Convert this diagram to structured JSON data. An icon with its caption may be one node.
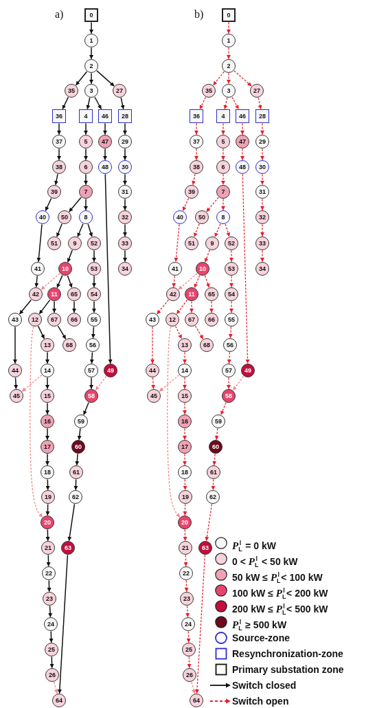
{
  "diagram": {
    "nodes": [
      {
        "text": [
          "0"
        ]
      },
      {
        "text": [
          "1"
        ]
      },
      {
        "text": [
          "2"
        ]
      },
      {
        "text": [
          "3"
        ]
      },
      {
        "text": [
          "4"
        ]
      },
      {
        "text": [
          "5"
        ]
      },
      {
        "text": [
          "6"
        ]
      },
      {
        "text": [
          "7"
        ]
      },
      {
        "text": [
          "8"
        ]
      },
      {
        "text": [
          "9"
        ]
      },
      {
        "text": [
          "10"
        ]
      },
      {
        "text": [
          "11"
        ]
      },
      {
        "text": [
          "12"
        ]
      },
      {
        "text": [
          "13"
        ]
      },
      {
        "text": [
          "14"
        ]
      },
      {
        "text": [
          "15"
        ]
      },
      {
        "text": [
          "16"
        ]
      },
      {
        "text": [
          "17"
        ]
      },
      {
        "text": [
          "18"
        ]
      },
      {
        "text": [
          "19"
        ]
      },
      {
        "text": [
          "20"
        ]
      },
      {
        "text": [
          "21"
        ]
      },
      {
        "text": [
          "22"
        ]
      },
      {
        "text": [
          "23"
        ]
      },
      {
        "text": [
          "24"
        ]
      },
      {
        "text": [
          "25"
        ]
      },
      {
        "text": [
          "26"
        ]
      },
      {
        "text": [
          "27"
        ]
      },
      {
        "text": [
          "28"
        ]
      },
      {
        "text": [
          "29"
        ]
      },
      {
        "text": [
          "30"
        ]
      },
      {
        "text": [
          "31"
        ]
      },
      {
        "text": [
          "32"
        ]
      },
      {
        "text": [
          "33"
        ]
      },
      {
        "text": [
          "34"
        ]
      },
      {
        "text": [
          "35"
        ]
      },
      {
        "text": [
          "36"
        ]
      },
      {
        "text": [
          "37"
        ]
      },
      {
        "text": [
          "38"
        ]
      },
      {
        "text": [
          "39"
        ]
      },
      {
        "text": [
          "40"
        ]
      },
      {
        "text": [
          "41"
        ]
      },
      {
        "text": [
          "42"
        ]
      },
      {
        "text": [
          "43"
        ]
      },
      {
        "text": [
          "44"
        ]
      },
      {
        "text": [
          "45"
        ]
      },
      {
        "text": [
          "46"
        ]
      },
      {
        "text": [
          "47"
        ]
      },
      {
        "text": [
          "48"
        ]
      },
      {
        "text": [
          "49"
        ]
      },
      {
        "text": [
          "50"
        ]
      },
      {
        "text": [
          "51"
        ]
      },
      {
        "text": [
          "52"
        ]
      },
      {
        "text": [
          "53"
        ]
      },
      {
        "text": [
          "54"
        ]
      },
      {
        "text": [
          "55"
        ]
      },
      {
        "text": [
          "56"
        ]
      },
      {
        "text": [
          "57"
        ]
      },
      {
        "text": [
          "58"
        ]
      },
      {
        "text": [
          "59"
        ]
      },
      {
        "text": [
          "60"
        ]
      },
      {
        "text": [
          "61"
        ]
      },
      {
        "text": [
          "62"
        ]
      },
      {
        "text": [
          "63"
        ]
      },
      {
        "text": [
          "64"
        ]
      },
      {
        "text": [
          "65"
        ]
      },
      {
        "text": [
          "66"
        ]
      },
      {
        "text": [
          "67"
        ]
      },
      {
        "text": [
          "68"
        ]
      },
      {
        "text": [
          "0"
        ]
      },
      {
        "text": [
          "1"
        ]
      },
      {
        "text": [
          "2"
        ]
      },
      {
        "text": [
          "3"
        ]
      },
      {
        "text": [
          "4"
        ]
      },
      {
        "text": [
          "5"
        ]
      },
      {
        "text": [
          "6"
        ]
      },
      {
        "text": [
          "7"
        ]
      },
      {
        "text": [
          "8"
        ]
      },
      {
        "text": [
          "9"
        ]
      },
      {
        "text": [
          "10"
        ]
      },
      {
        "text": [
          "11"
        ]
      },
      {
        "text": [
          "12"
        ]
      },
      {
        "text": [
          "13"
        ]
      },
      {
        "text": [
          "14"
        ]
      },
      {
        "text": [
          "15"
        ]
      },
      {
        "text": [
          "16"
        ]
      },
      {
        "text": [
          "17"
        ]
      },
      {
        "text": [
          "18"
        ]
      },
      {
        "text": [
          "19"
        ]
      },
      {
        "text": [
          "20"
        ]
      },
      {
        "text": [
          "21"
        ]
      },
      {
        "text": [
          "22"
        ]
      },
      {
        "text": [
          "23"
        ]
      },
      {
        "text": [
          "24"
        ]
      },
      {
        "text": [
          "25"
        ]
      },
      {
        "text": [
          "26"
        ]
      },
      {
        "text": [
          "27"
        ]
      },
      {
        "text": [
          "28"
        ]
      },
      {
        "text": [
          "29"
        ]
      },
      {
        "text": [
          "30"
        ]
      },
      {
        "text": [
          "31"
        ]
      },
      {
        "text": [
          "32"
        ]
      },
      {
        "text": [
          "33"
        ]
      },
      {
        "text": [
          "34"
        ]
      },
      {
        "text": [
          "35"
        ]
      },
      {
        "text": [
          "36"
        ]
      },
      {
        "text": [
          "37"
        ]
      },
      {
        "text": [
          "38"
        ]
      },
      {
        "text": [
          "39"
        ]
      },
      {
        "text": [
          "40"
        ]
      },
      {
        "text": [
          "41"
        ]
      },
      {
        "text": [
          "42"
        ]
      },
      {
        "text": [
          "43"
        ]
      },
      {
        "text": [
          "44"
        ]
      },
      {
        "text": [
          "45"
        ]
      },
      {
        "text": [
          "46"
        ]
      },
      {
        "text": [
          "47"
        ]
      },
      {
        "text": [
          "48"
        ]
      },
      {
        "text": [
          "49"
        ]
      },
      {
        "text": [
          "50"
        ]
      },
      {
        "text": [
          "51"
        ]
      },
      {
        "text": [
          "52"
        ]
      },
      {
        "text": [
          "53"
        ]
      },
      {
        "text": [
          "54"
        ]
      },
      {
        "text": [
          "55"
        ]
      },
      {
        "text": [
          "56"
        ]
      },
      {
        "text": [
          "57"
        ]
      },
      {
        "text": [
          "58"
        ]
      },
      {
        "text": [
          "59"
        ]
      },
      {
        "text": [
          "60"
        ]
      },
      {
        "text": [
          "61"
        ]
      },
      {
        "text": [
          "62"
        ]
      },
      {
        "text": [
          "63"
        ]
      },
      {
        "text": [
          "64"
        ]
      },
      {
        "text": [
          "65"
        ]
      },
      {
        "text": [
          "66"
        ]
      },
      {
        "text": [
          "67"
        ]
      },
      {
        "text": [
          "68"
        ]
      }
    ],
    "edges": [
      {
        "from": 0,
        "to": 1,
        "arrow": "to"
      },
      {
        "from": 1,
        "to": 2,
        "arrow": "to"
      },
      {
        "from": 2,
        "to": 35,
        "arrow": "to"
      },
      {
        "from": 2,
        "to": 3,
        "arrow": "to"
      },
      {
        "from": 2,
        "to": 27,
        "arrow": "to"
      },
      {
        "from": 35,
        "to": 36,
        "arrow": "to"
      },
      {
        "from": 3,
        "to": 4,
        "arrow": "to"
      },
      {
        "from": 3,
        "to": 46,
        "arrow": "to"
      },
      {
        "from": 27,
        "to": 28,
        "arrow": "to"
      },
      {
        "from": 36,
        "to": 37,
        "arrow": "to"
      },
      {
        "from": 4,
        "to": 5,
        "arrow": "to"
      },
      {
        "from": 46,
        "to": 47,
        "arrow": "to"
      },
      {
        "from": 28,
        "to": 29,
        "arrow": "to"
      },
      {
        "from": 37,
        "to": 38,
        "arrow": "to"
      },
      {
        "from": 5,
        "to": 6,
        "arrow": "to"
      },
      {
        "from": 47,
        "to": 48,
        "arrow": "to"
      },
      {
        "from": 29,
        "to": 30,
        "arrow": "to"
      },
      {
        "from": 38,
        "to": 39,
        "arrow": "to"
      },
      {
        "from": 6,
        "to": 7,
        "arrow": "to"
      },
      {
        "from": 30,
        "to": 31,
        "arrow": "to"
      },
      {
        "from": 39,
        "to": 40,
        "arrow": "to"
      },
      {
        "from": 7,
        "to": 50,
        "arrow": "to"
      },
      {
        "from": 7,
        "to": 8,
        "arrow": "to"
      },
      {
        "from": 31,
        "to": 32,
        "arrow": "to"
      },
      {
        "from": 40,
        "to": 41,
        "arrow": "to"
      },
      {
        "from": 50,
        "to": 51,
        "arrow": "to"
      },
      {
        "from": 8,
        "to": 9,
        "arrow": "to"
      },
      {
        "from": 8,
        "to": 52,
        "arrow": "to"
      },
      {
        "from": 32,
        "to": 33,
        "arrow": "to"
      },
      {
        "from": 9,
        "to": 10,
        "arrow": "to"
      },
      {
        "from": 52,
        "to": 53,
        "arrow": "to"
      },
      {
        "from": 33,
        "to": 34,
        "arrow": "to"
      },
      {
        "from": 41,
        "to": 42,
        "arrow": "to"
      },
      {
        "from": 10,
        "to": 42,
        "arrow": "to",
        "style": "dashed",
        "color": "#f28b8b"
      },
      {
        "from": 10,
        "to": 11,
        "arrow": "to"
      },
      {
        "from": 10,
        "to": 65,
        "arrow": "to"
      },
      {
        "from": 53,
        "to": 54,
        "arrow": "to"
      },
      {
        "from": 42,
        "to": 43,
        "arrow": "to"
      },
      {
        "from": 11,
        "to": 12,
        "arrow": "to"
      },
      {
        "from": 11,
        "to": 67,
        "arrow": "to"
      },
      {
        "from": 65,
        "to": 66,
        "arrow": "to"
      },
      {
        "from": 54,
        "to": 55,
        "arrow": "to"
      },
      {
        "from": 12,
        "to": 13,
        "arrow": "to"
      },
      {
        "from": 12,
        "to": 20,
        "arrow": "to",
        "style": "dashed",
        "color": "#f28b8b"
      },
      {
        "from": 67,
        "to": 68,
        "arrow": "to"
      },
      {
        "from": 55,
        "to": 56,
        "arrow": "to"
      },
      {
        "from": 43,
        "to": 44,
        "arrow": "to"
      },
      {
        "from": 13,
        "to": 14,
        "arrow": "to"
      },
      {
        "from": 56,
        "to": 57,
        "arrow": "to"
      },
      {
        "from": 48,
        "to": 49,
        "arrow": "to"
      },
      {
        "from": 44,
        "to": 45,
        "arrow": "to"
      },
      {
        "from": 14,
        "to": 45,
        "arrow": "to",
        "style": "dashed",
        "color": "#f28b8b"
      },
      {
        "from": 14,
        "to": 15,
        "arrow": "to"
      },
      {
        "from": 57,
        "to": 58,
        "arrow": "to"
      },
      {
        "from": 49,
        "to": 58,
        "arrow": "to",
        "style": "dashed",
        "color": "#f28b8b"
      },
      {
        "from": 15,
        "to": 16,
        "arrow": "to"
      },
      {
        "from": 58,
        "to": 59,
        "arrow": "to"
      },
      {
        "from": 16,
        "to": 17,
        "arrow": "to"
      },
      {
        "from": 59,
        "to": 60,
        "arrow": "to"
      },
      {
        "from": 17,
        "to": 18,
        "arrow": "to"
      },
      {
        "from": 60,
        "to": 61,
        "arrow": "to"
      },
      {
        "from": 18,
        "to": 19,
        "arrow": "to"
      },
      {
        "from": 61,
        "to": 62,
        "arrow": "to"
      },
      {
        "from": 19,
        "to": 20,
        "arrow": "to"
      },
      {
        "from": 62,
        "to": 63,
        "arrow": "to"
      },
      {
        "from": 20,
        "to": 21,
        "arrow": "to"
      },
      {
        "from": 21,
        "to": 22,
        "arrow": "to"
      },
      {
        "from": 22,
        "to": 23,
        "arrow": "to"
      },
      {
        "from": 23,
        "to": 24,
        "arrow": "to"
      },
      {
        "from": 24,
        "to": 25,
        "arrow": "to"
      },
      {
        "from": 25,
        "to": 26,
        "arrow": "to"
      },
      {
        "from": 26,
        "to": 64,
        "arrow": "to",
        "style": "dashed",
        "color": "#f28b8b"
      },
      {
        "from": 63,
        "to": 64,
        "arrow": "to"
      },
      {
        "from": 69,
        "to": 70,
        "arrow": "to",
        "style": "dashed",
        "color": "#e8202a"
      },
      {
        "from": 70,
        "to": 71,
        "arrow": "to",
        "style": "dashed",
        "color": "#e8202a"
      },
      {
        "from": 71,
        "to": 104,
        "arrow": "to",
        "style": "dashed",
        "color": "#e8202a"
      },
      {
        "from": 71,
        "to": 72,
        "arrow": "to",
        "style": "dashed",
        "color": "#e8202a"
      },
      {
        "from": 71,
        "to": 96,
        "arrow": "to",
        "style": "dashed",
        "color": "#e8202a"
      },
      {
        "from": 104,
        "to": 105,
        "arrow": "to",
        "style": "dashed",
        "color": "#e8202a"
      },
      {
        "from": 72,
        "to": 73,
        "arrow": "to",
        "style": "dashed",
        "color": "#e8202a"
      },
      {
        "from": 72,
        "to": 115,
        "arrow": "to",
        "style": "dashed",
        "color": "#e8202a"
      },
      {
        "from": 96,
        "to": 97,
        "arrow": "to",
        "style": "dashed",
        "color": "#e8202a"
      },
      {
        "from": 105,
        "to": 106,
        "arrow": "to",
        "style": "dashed",
        "color": "#e8202a"
      },
      {
        "from": 73,
        "to": 74,
        "arrow": "to",
        "style": "dashed",
        "color": "#e8202a"
      },
      {
        "from": 115,
        "to": 116,
        "arrow": "to",
        "style": "dashed",
        "color": "#e8202a"
      },
      {
        "from": 97,
        "to": 98,
        "arrow": "to",
        "style": "dashed",
        "color": "#e8202a"
      },
      {
        "from": 106,
        "to": 107,
        "arrow": "to",
        "style": "dashed",
        "color": "#e8202a"
      },
      {
        "from": 74,
        "to": 75,
        "arrow": "to",
        "style": "dashed",
        "color": "#e8202a"
      },
      {
        "from": 116,
        "to": 117,
        "arrow": "to",
        "style": "dashed",
        "color": "#e8202a"
      },
      {
        "from": 98,
        "to": 99,
        "arrow": "to",
        "style": "dashed",
        "color": "#e8202a"
      },
      {
        "from": 107,
        "to": 108,
        "arrow": "to",
        "style": "dashed",
        "color": "#e8202a"
      },
      {
        "from": 75,
        "to": 76,
        "arrow": "to",
        "style": "dashed",
        "color": "#e8202a"
      },
      {
        "from": 99,
        "to": 100,
        "arrow": "to",
        "style": "dashed",
        "color": "#e8202a"
      },
      {
        "from": 108,
        "to": 109,
        "arrow": "to",
        "style": "dashed",
        "color": "#e8202a"
      },
      {
        "from": 76,
        "to": 119,
        "arrow": "to",
        "style": "dashed",
        "color": "#e8202a"
      },
      {
        "from": 76,
        "to": 77,
        "arrow": "to",
        "style": "dashed",
        "color": "#e8202a"
      },
      {
        "from": 100,
        "to": 101,
        "arrow": "to",
        "style": "dashed",
        "color": "#e8202a"
      },
      {
        "from": 109,
        "to": 110,
        "arrow": "to",
        "style": "dashed",
        "color": "#e8202a"
      },
      {
        "from": 119,
        "to": 120,
        "arrow": "to",
        "style": "dashed",
        "color": "#e8202a"
      },
      {
        "from": 77,
        "to": 78,
        "arrow": "to",
        "style": "dashed",
        "color": "#e8202a"
      },
      {
        "from": 77,
        "to": 121,
        "arrow": "to",
        "style": "dashed",
        "color": "#e8202a"
      },
      {
        "from": 101,
        "to": 102,
        "arrow": "to",
        "style": "dashed",
        "color": "#e8202a"
      },
      {
        "from": 78,
        "to": 79,
        "arrow": "to",
        "style": "dashed",
        "color": "#e8202a"
      },
      {
        "from": 121,
        "to": 122,
        "arrow": "to",
        "style": "dashed",
        "color": "#e8202a"
      },
      {
        "from": 102,
        "to": 103,
        "arrow": "to",
        "style": "dashed",
        "color": "#e8202a"
      },
      {
        "from": 110,
        "to": 111,
        "arrow": "to",
        "style": "dashed",
        "color": "#e8202a"
      },
      {
        "from": 79,
        "to": 111,
        "arrow": "to",
        "style": "dashed",
        "color": "#f28b8b"
      },
      {
        "from": 79,
        "to": 80,
        "arrow": "to",
        "style": "dashed",
        "color": "#e8202a"
      },
      {
        "from": 79,
        "to": 134,
        "arrow": "to",
        "style": "dashed",
        "color": "#e8202a"
      },
      {
        "from": 122,
        "to": 123,
        "arrow": "to",
        "style": "dashed",
        "color": "#e8202a"
      },
      {
        "from": 111,
        "to": 112,
        "arrow": "to",
        "style": "dashed",
        "color": "#e8202a"
      },
      {
        "from": 80,
        "to": 81,
        "arrow": "to",
        "style": "dashed",
        "color": "#e8202a"
      },
      {
        "from": 80,
        "to": 136,
        "arrow": "to",
        "style": "dashed",
        "color": "#e8202a"
      },
      {
        "from": 134,
        "to": 135,
        "arrow": "to",
        "style": "dashed",
        "color": "#e8202a"
      },
      {
        "from": 123,
        "to": 124,
        "arrow": "to",
        "style": "dashed",
        "color": "#e8202a"
      },
      {
        "from": 81,
        "to": 82,
        "arrow": "to",
        "style": "dashed",
        "color": "#e8202a"
      },
      {
        "from": 81,
        "to": 89,
        "arrow": "to",
        "style": "dashed",
        "color": "#f28b8b"
      },
      {
        "from": 136,
        "to": 137,
        "arrow": "to",
        "style": "dashed",
        "color": "#e8202a"
      },
      {
        "from": 124,
        "to": 125,
        "arrow": "to",
        "style": "dashed",
        "color": "#e8202a"
      },
      {
        "from": 112,
        "to": 113,
        "arrow": "to",
        "style": "dashed",
        "color": "#e8202a"
      },
      {
        "from": 82,
        "to": 83,
        "arrow": "to",
        "style": "dashed",
        "color": "#e8202a"
      },
      {
        "from": 125,
        "to": 126,
        "arrow": "to",
        "style": "dashed",
        "color": "#e8202a"
      },
      {
        "from": 117,
        "to": 118,
        "arrow": "to",
        "style": "dashed",
        "color": "#e8202a"
      },
      {
        "from": 113,
        "to": 114,
        "arrow": "to",
        "style": "dashed",
        "color": "#e8202a"
      },
      {
        "from": 83,
        "to": 114,
        "arrow": "to",
        "style": "dashed",
        "color": "#f28b8b"
      },
      {
        "from": 83,
        "to": 84,
        "arrow": "to",
        "style": "dashed",
        "color": "#e8202a"
      },
      {
        "from": 126,
        "to": 127,
        "arrow": "to",
        "style": "dashed",
        "color": "#e8202a"
      },
      {
        "from": 118,
        "to": 127,
        "arrow": "to",
        "style": "dashed",
        "color": "#f28b8b"
      },
      {
        "from": 84,
        "to": 85,
        "arrow": "to",
        "style": "dashed",
        "color": "#e8202a"
      },
      {
        "from": 127,
        "to": 128,
        "arrow": "to",
        "style": "dashed",
        "color": "#e8202a"
      },
      {
        "from": 85,
        "to": 86,
        "arrow": "to",
        "style": "dashed",
        "color": "#e8202a"
      },
      {
        "from": 128,
        "to": 129,
        "arrow": "to",
        "style": "dashed",
        "color": "#e8202a"
      },
      {
        "from": 86,
        "to": 87,
        "arrow": "to",
        "style": "dashed",
        "color": "#e8202a"
      },
      {
        "from": 129,
        "to": 130,
        "arrow": "to",
        "style": "dashed",
        "color": "#e8202a"
      },
      {
        "from": 87,
        "to": 88,
        "arrow": "to",
        "style": "dashed",
        "color": "#e8202a"
      },
      {
        "from": 130,
        "to": 131,
        "arrow": "to",
        "style": "dashed",
        "color": "#e8202a"
      },
      {
        "from": 88,
        "to": 89,
        "arrow": "to",
        "style": "dashed",
        "color": "#e8202a"
      },
      {
        "from": 131,
        "to": 132,
        "arrow": "to",
        "style": "dashed",
        "color": "#e8202a"
      },
      {
        "from": 89,
        "to": 90,
        "arrow": "to",
        "style": "dashed",
        "color": "#e8202a"
      },
      {
        "from": 90,
        "to": 91,
        "arrow": "to",
        "style": "dashed",
        "color": "#e8202a"
      },
      {
        "from": 91,
        "to": 92,
        "arrow": "to",
        "style": "dashed",
        "color": "#e8202a"
      },
      {
        "from": 92,
        "to": 93,
        "arrow": "to",
        "style": "dashed",
        "color": "#e8202a"
      },
      {
        "from": 93,
        "to": 94,
        "arrow": "to",
        "style": "dashed",
        "color": "#e8202a"
      },
      {
        "from": 94,
        "to": 95,
        "arrow": "to",
        "style": "dashed",
        "color": "#e8202a"
      },
      {
        "from": 95,
        "to": 133,
        "arrow": "to",
        "style": "dashed",
        "color": "#f28b8b"
      },
      {
        "from": 132,
        "to": 133,
        "arrow": "to",
        "style": "dashed",
        "color": "#e8202a"
      }
    ],
    "labels": [
      "a)",
      "b)"
    ],
    "legend": [
      {
        "text": "*P*$_{L}$$^{l}$ = 0 kW",
        "color": "#f7f7f7"
      },
      {
        "text": "0 < *P*$_{L}$$^{l}$ < 50 kW",
        "color": "#f7d3dc"
      },
      {
        "text": "50 kW ≤ *P*$_{L}$$^{l}$< 100 kW",
        "color": "#eea3b5"
      },
      {
        "text": "100 kW ≤ *P*$_{L}$$^{l}$< 200 kW",
        "color": "#e8456e"
      },
      {
        "text": "200 kW ≤ *P*$_{L}$$^{l}$< 500 kW",
        "color": "#c20f3c"
      },
      {
        "text": "*P*$_{L}$$^{l}$ ≥ 500 kW",
        "color": "#6e0a1c"
      },
      {
        "text": "Source-zone"
      },
      {
        "text": "Resynchronization-zone"
      },
      {
        "text": "Primary substation zone"
      },
      {
        "text": "Switch closed"
      },
      {
        "text": "Switch open"
      }
    ]
  }
}
